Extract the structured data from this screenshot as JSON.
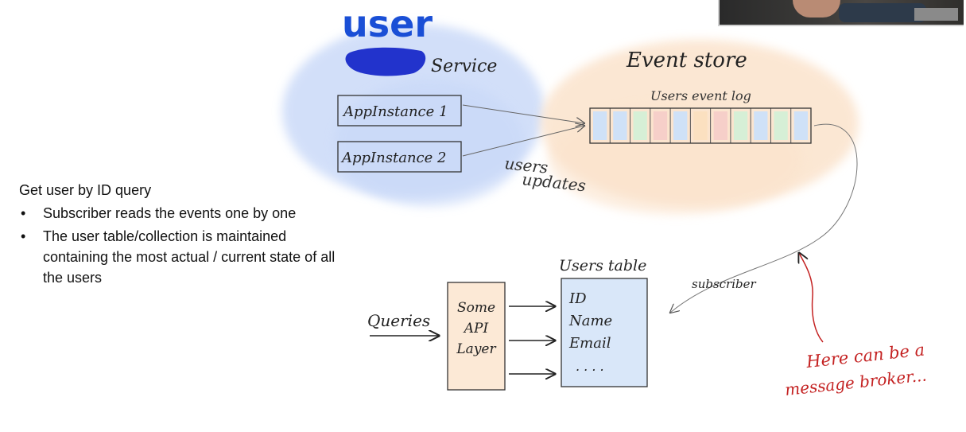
{
  "diagram": {
    "service": {
      "title": "user",
      "subtitle": "Service",
      "instances": [
        "AppInstance 1",
        "AppInstance 2"
      ],
      "edge_label": [
        "users",
        "updates"
      ],
      "color": "#c8d8f8"
    },
    "event_store": {
      "title": "Event store",
      "log_label": "Users event log",
      "color": "#fbe3cc",
      "segment_colors": [
        "#cfe1f7",
        "#cfe1f7",
        "#d6efd6",
        "#f6cfc9",
        "#cfe1f7",
        "#fbe0c0",
        "#f6cfc9",
        "#d6efd6",
        "#cfe1f7",
        "#d6efd6",
        "#cfe1f7"
      ]
    },
    "queries_label": "Queries",
    "api_layer": [
      "Some",
      "API",
      "Layer"
    ],
    "users_table": {
      "title": "Users table",
      "fields": [
        "ID",
        "Name",
        "Email",
        ". . . ."
      ]
    },
    "subscriber_label": "subscriber",
    "broker_note": [
      "Here can be a",
      "message broker..."
    ],
    "note_color": "#c42222"
  },
  "notes": {
    "title": "Get user by ID query",
    "bullets": [
      "Subscriber reads the events one by one",
      "The user table/collection is maintained containing the most actual / current state of all the users"
    ]
  }
}
